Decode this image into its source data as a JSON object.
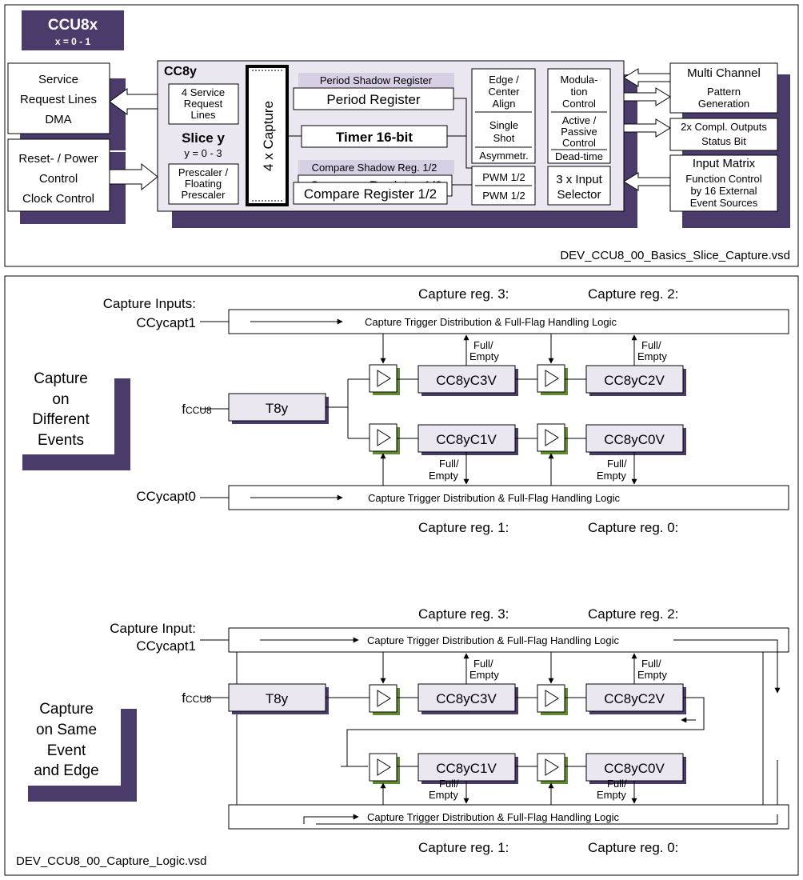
{
  "colors": {
    "shadow": "#4b3b6b",
    "lilac": "#ebe7f1",
    "band": "#d7cfe3",
    "latch_shadow": "#5f8a2e"
  },
  "top": {
    "badge_title": "CCU8x",
    "badge_sub": "x = 0 - 1",
    "service": [
      "Service",
      "Request Lines",
      "DMA"
    ],
    "reset": [
      "Reset- / Power",
      "Control",
      "Clock Control"
    ],
    "cc8y_label": "CC8y",
    "service_req": [
      "4 Service",
      "Request",
      "Lines"
    ],
    "slice_label": "Slice y",
    "slice_range": "y = 0 - 3",
    "prescaler": [
      "Prescaler /",
      "Floating",
      "Prescaler"
    ],
    "capture4": "4 x Capture",
    "period_shadow": "Period Shadow Register",
    "period_register": "Period Register",
    "timer": "Timer 16-bit",
    "compare_shadow": "Compare Shadow Reg. 1/2",
    "compare_register_back": "Compare Register 1/2",
    "compare_register": "Compare Register 1/2",
    "edge_center": [
      "Edge /",
      "Center",
      "Align"
    ],
    "single_shot": [
      "Single",
      "Shot"
    ],
    "asymmetr": "Asymmetr.",
    "pwm1": "PWM 1/2",
    "pwm2": "PWM 1/2",
    "modulation": [
      "Modula-",
      "tion",
      "Control"
    ],
    "active_passive": [
      "Active /",
      "Passive",
      "Control"
    ],
    "dead_time": "Dead-time",
    "input_selector": [
      "3 x Input",
      "Selector"
    ],
    "multi_channel": [
      "Multi Channel",
      "Pattern",
      "Generation"
    ],
    "compl_outputs": [
      "2x Compl. Outputs",
      "Status Bit"
    ],
    "input_matrix": [
      "Input Matrix",
      "Function Control",
      "by 16 External",
      "Event Sources"
    ],
    "filename": "DEV_CCU8_00_Basics_Slice_Capture.vsd"
  },
  "mid": {
    "cap_reg_3": "Capture reg. 3:",
    "cap_reg_2": "Capture reg. 2:",
    "cap_reg_1": "Capture reg. 1:",
    "cap_reg_0": "Capture reg. 0:",
    "inputs_label": "Capture Inputs:",
    "capt1": "CCycapt1",
    "capt0": "CCycapt0",
    "bus_top": "Capture Trigger Distribution  &  Full-Flag Handling Logic",
    "bus_bottom": "Capture Trigger Distribution  &  Full-Flag Handling Logic",
    "side": [
      "Capture",
      "on",
      "Different",
      "Events"
    ],
    "fccu_f": "f",
    "fccu_sub": "CCU8",
    "timer": "T8y",
    "c3v": "CC8yC3V",
    "c2v": "CC8yC2V",
    "c1v": "CC8yC1V",
    "c0v": "CC8yC0V",
    "full": "Full/",
    "empty": "Empty"
  },
  "bot": {
    "cap_reg_3": "Capture reg. 3:",
    "cap_reg_2": "Capture reg. 2:",
    "cap_reg_1": "Capture reg. 1:",
    "cap_reg_0": "Capture reg. 0:",
    "input_label": "Capture Input:",
    "capt1": "CCycapt1",
    "bus_top": "Capture Trigger Distribution  &  Full-Flag Handling Logic",
    "bus_bottom": "Capture Trigger Distribution  &  Full-Flag Handling Logic",
    "side": [
      "Capture",
      "on Same",
      "Event",
      "and Edge"
    ],
    "fccu_f": "f",
    "fccu_sub": "CCU8",
    "timer": "T8y",
    "c3v": "CC8yC3V",
    "c2v": "CC8yC2V",
    "c1v": "CC8yC1V",
    "c0v": "CC8yC0V",
    "full": "Full/",
    "empty": "Empty",
    "filename": "DEV_CCU8_00_Capture_Logic.vsd"
  }
}
